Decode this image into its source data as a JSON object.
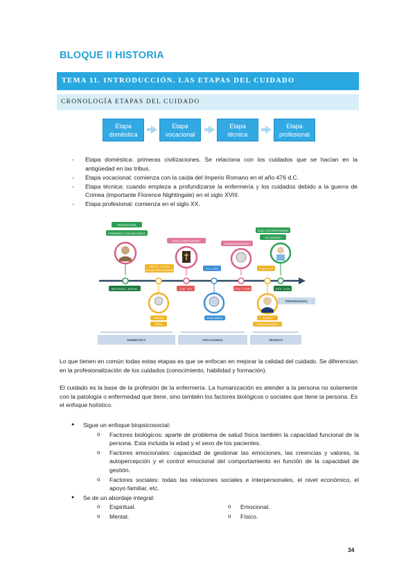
{
  "block_title": "BLOQUE II HISTORIA",
  "tema_title": "TEMA 11. INTRODUCCIÓN. LAS ETAPAS DEL CUIDADO",
  "crono_title": "CRONOLOGÍA ETAPAS DEL CUIDADO",
  "flow": [
    {
      "line1": "Etapa",
      "line2": "doméstica"
    },
    {
      "line1": "Etapa",
      "line2": "vocacional"
    },
    {
      "line1": "Etapa",
      "line2": "técnica"
    },
    {
      "line1": "Etapa",
      "line2": "profesional"
    }
  ],
  "stages": [
    "Etapa doméstica: primeras civilizaciones. Se relaciona con los cuidados que se hacían en la antigüedad en las tribus.",
    "Etapa vocacional: comienza con la caída del Imperio Romano en el año 476 d.C.",
    "Etapa técnica: cuando empieza a profundizarse la enfermería y los cuidados debido a la guerra de Crimea (importante Florence Nightingale) en el siglo XVIII.",
    "Etapa profesional: comienza en el siglo XX."
  ],
  "timeline": {
    "labels": {
      "prehistoria": "PREHISTORIA",
      "primeras": "PRIMERAS CIVILIZACIONES",
      "inicio_cristianismo": "INICIO CRISTIANISMO",
      "mundo_moderno": "MUNDO MODERNO",
      "edad_contemporanea": "EDAD CONTEMPORÁNEA",
      "actualidad": "ACTUALIDAD",
      "ac1": "3000 AC - 476 DC",
      "ac2": "CULTURA GRECO-ROMANA",
      "d1": "600.000 AC - 3000 AC",
      "d2": "1 DC - 5 V",
      "d3": "5 V - 5 XV",
      "d4": "5 XV - 5 XVIII",
      "d5": "5 XIX - 5 XX",
      "d6": "1970 - 5 XXI",
      "grecia": "GRECIA",
      "roma": "ROMA",
      "edad_media": "EDAD MEDIA",
      "mundo": "MUNDO",
      "contemporaneo": "CONTEMPORÁNEO",
      "profesional": "PROFESIONAL",
      "domestica": "DOMÉSTICA",
      "vocacional": "VOCACIONAL",
      "tecnica": "TÉCNICA"
    }
  },
  "para1": "Lo que tienen en común todas estas etapas es que se enfocan en mejorar la calidad del cuidado. Se diferencian en la profesionalización de los cuidados (conocimiento, habilidad y formación).",
  "para2": "El cuidado es la base de la profesión de la enfermería. La humanización es atender a la persona no solamente con la patología o enfermedad que tiene, sino también los factores biológicos o sociales que tiene la persona. Es el enfoque holístico.",
  "bullets": {
    "b1": "Sigue un enfoque biopsicosocial:",
    "b1_items": [
      "Factores biológicos: aparte de problema de salud física también la capacidad funcional de la persona. Esta incluida la edad y el sexo de los pacientes.",
      "Factores emocionales: capacidad de gestionar las emociones, las creencias y valores, la autopercepción y el control emocional del comportamiento en función de la capacidad de gestión.",
      "Factores sociales: todas las relaciones sociales e interpersonales, el nivel económico, el apoyo familiar, etc."
    ],
    "b2": "Se de un abordaje integral:",
    "b2_items": [
      "Espiritual.",
      "Emocional.",
      "Mental.",
      "Físico."
    ]
  },
  "page_number": "34",
  "colors": {
    "accent": "#29a8e0",
    "light": "#d7eef9"
  }
}
